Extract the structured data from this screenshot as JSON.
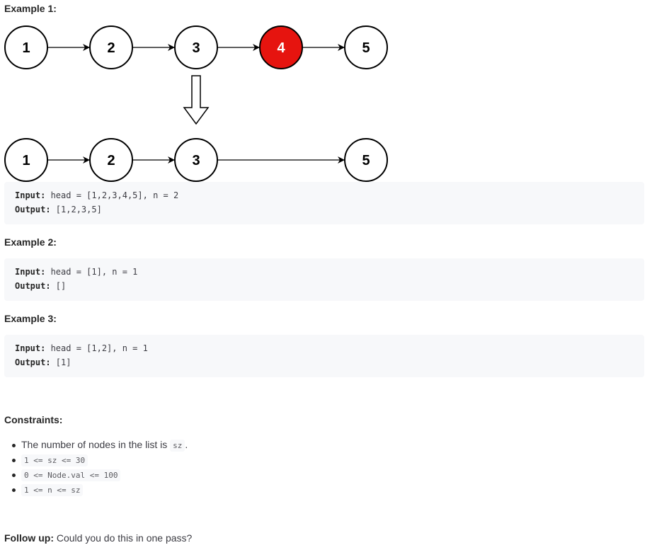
{
  "examples": [
    {
      "title": "Example 1:",
      "input_label": "Input:",
      "input_value": " head = [1,2,3,4,5], n = 2",
      "output_label": "Output:",
      "output_value": " [1,2,3,5]"
    },
    {
      "title": "Example 2:",
      "input_label": "Input:",
      "input_value": " head = [1], n = 1",
      "output_label": "Output:",
      "output_value": " []"
    },
    {
      "title": "Example 3:",
      "input_label": "Input:",
      "input_value": " head = [1,2], n = 1",
      "output_label": "Output:",
      "output_value": " [1]"
    }
  ],
  "diagram": {
    "before_nodes": [
      "1",
      "2",
      "3",
      "4",
      "5"
    ],
    "after_nodes": [
      "1",
      "2",
      "3",
      "5"
    ],
    "removed_node": "4",
    "colors": {
      "removed_fill": "#e6140f",
      "stroke": "#000000",
      "text": "#000000"
    }
  },
  "constraints": {
    "title": "Constraints:",
    "items": [
      {
        "prefix": "The number of nodes in the list is ",
        "code": "sz",
        "suffix": "."
      },
      {
        "prefix": "",
        "code": "1 <= sz <= 30",
        "suffix": ""
      },
      {
        "prefix": "",
        "code": "0 <= Node.val <= 100",
        "suffix": ""
      },
      {
        "prefix": "",
        "code": "1 <= n <= sz",
        "suffix": ""
      }
    ]
  },
  "followup": {
    "label": "Follow up:",
    "text": " Could you do this in one pass?"
  }
}
